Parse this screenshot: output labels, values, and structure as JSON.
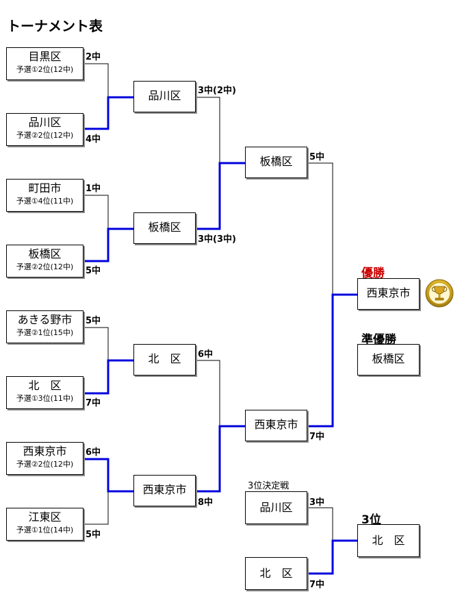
{
  "title": "トーナメント表",
  "round1": [
    {
      "name": "目黒区",
      "sub": "予選①2位(12中)",
      "score": "2中"
    },
    {
      "name": "品川区",
      "sub": "予選②2位(12中)",
      "score": "4中"
    },
    {
      "name": "町田市",
      "sub": "予選①4位(11中)",
      "score": "1中"
    },
    {
      "name": "板橋区",
      "sub": "予選②2位(12中)",
      "score": "5中"
    },
    {
      "name": "あきる野市",
      "sub": "予選②1位(15中)",
      "score": "5中"
    },
    {
      "name": "北　区",
      "sub": "予選①3位(11中)",
      "score": "7中"
    },
    {
      "name": "西東京市",
      "sub": "予選②2位(12中)",
      "score": "6中"
    },
    {
      "name": "江東区",
      "sub": "予選①1位(14中)",
      "score": "5中"
    }
  ],
  "round2": [
    {
      "name": "品川区",
      "score": "3中(2中)"
    },
    {
      "name": "板橋区",
      "score": "3中(3中)"
    },
    {
      "name": "北　区",
      "score": "6中"
    },
    {
      "name": "西東京市",
      "score": "8中"
    }
  ],
  "semifinal": [
    {
      "name": "板橋区",
      "score": "5中"
    },
    {
      "name": "西東京市",
      "score": "7中"
    }
  ],
  "champion": {
    "label": "優勝",
    "name": "西東京市"
  },
  "runner_up": {
    "label": "準優勝",
    "name": "板橋区"
  },
  "third_place_match": {
    "label": "3位決定戦",
    "teams": [
      {
        "name": "品川区",
        "score": "3中"
      },
      {
        "name": "北　区",
        "score": "7中"
      }
    ]
  },
  "third_place": {
    "label": "3位",
    "name": "北　区"
  },
  "colors": {
    "winner_line": "#0000dd",
    "loser_line": "#000000",
    "champion_label": "#cc0000"
  }
}
